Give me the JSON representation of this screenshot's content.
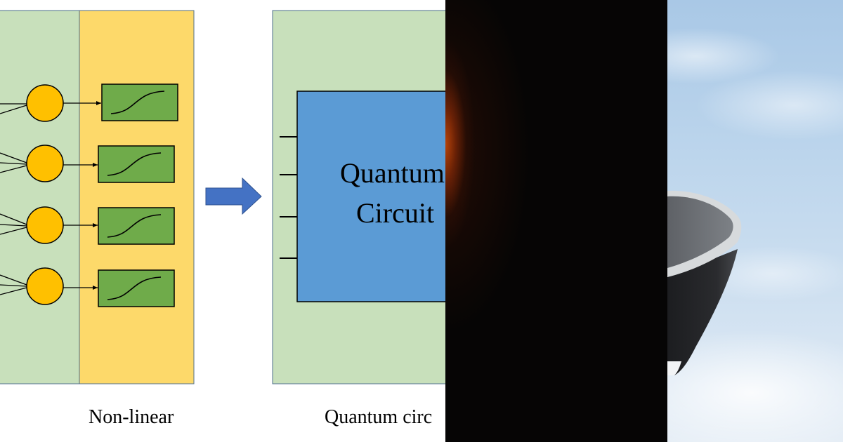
{
  "diagram": {
    "left_caption": "Non-linear",
    "box_label_line1": "Quantum",
    "box_label_line2": "Circuit",
    "right_caption": "Quantum circ",
    "colors": {
      "green_panel": "#c8e0bb",
      "yellow_panel": "#fdd96a",
      "neuron": "#ffc000",
      "activation_box": "#6fab4a",
      "circuit_box": "#5b9bd5",
      "arrow": "#4472c4"
    },
    "icons": [
      "neuron-circle",
      "sigmoid-activation-icon",
      "right-arrow-icon"
    ]
  },
  "photos": {
    "dark_panel": "dark-space-glow",
    "sky_panel": "sky-with-dark-object"
  }
}
